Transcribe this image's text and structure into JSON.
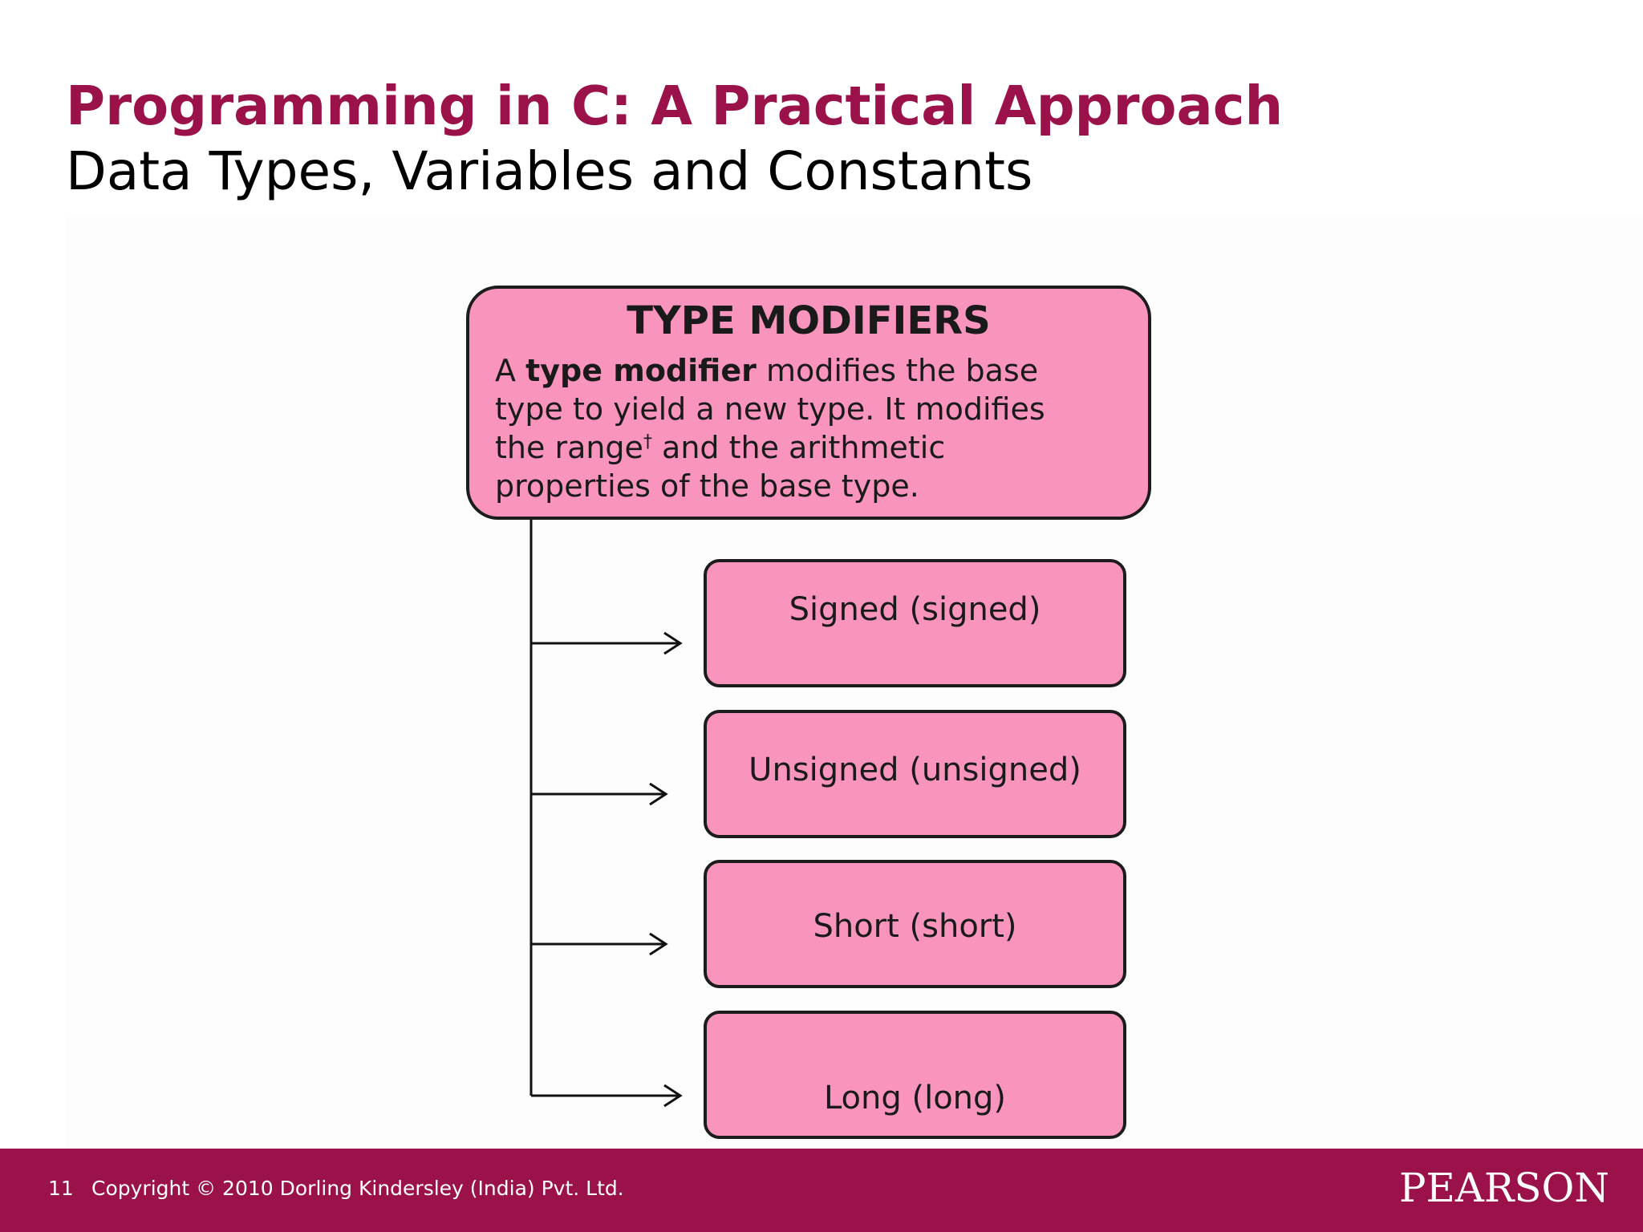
{
  "colors": {
    "brand": "#9b1149",
    "box_fill": "#f995bd",
    "text": "#000000",
    "footer_text": "#ffffff"
  },
  "slide": {
    "title": "Programming in C: A Practical Approach",
    "subtitle": "Data Types, Variables and Constants"
  },
  "diagram": {
    "header": {
      "title": "TYPE MODIFIERS",
      "desc_article": "A",
      "desc_term": "type modifier",
      "desc_rest1": "modifies the base",
      "desc_line2": "type to yield a new type. It modifies",
      "desc_line3_a": "the range",
      "desc_dagger": "†",
      "desc_line3_b": "and the arithmetic",
      "desc_line4": "properties of the base type."
    },
    "modifiers": [
      {
        "label": "Signed (signed)"
      },
      {
        "label": "Unsigned (unsigned)"
      },
      {
        "label": "Short (short)"
      },
      {
        "label": "Long (long)"
      }
    ]
  },
  "footer": {
    "slide_number": "11",
    "copyright": "Copyright © 2010 Dorling Kindersley (India) Pvt. Ltd.",
    "logo_text": "PEARSON"
  }
}
